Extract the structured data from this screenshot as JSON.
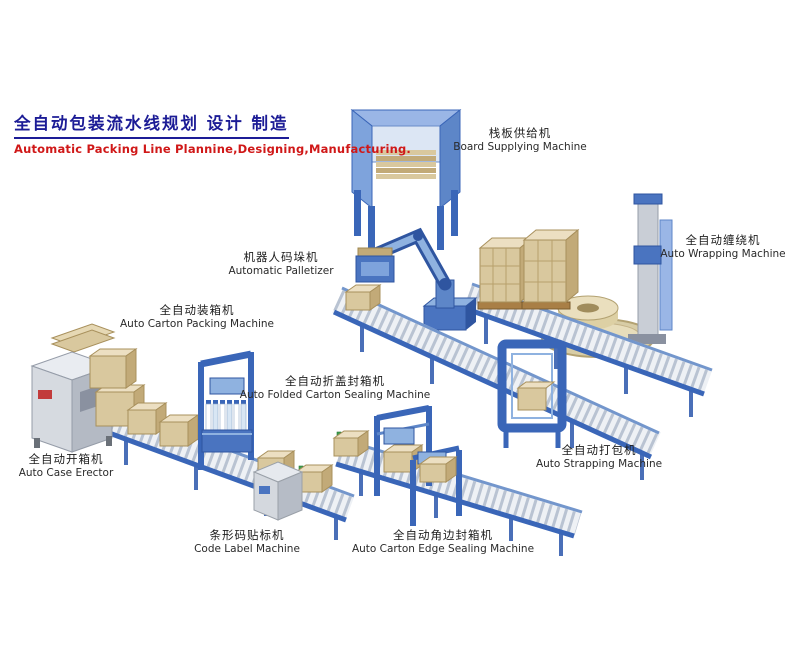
{
  "header": {
    "title_zh": "全自动包装流水线规划 设计 制造",
    "title_en": "Automatic Packing Line Plannine,Designing,Manufacturing."
  },
  "labels": [
    {
      "id": "board-supplying-machine",
      "zh": "栈板供给机",
      "en": "Board Supplying Machine"
    },
    {
      "id": "auto-wrapping-machine",
      "zh": "全自动缠绕机",
      "en": "Auto Wrapping Machine"
    },
    {
      "id": "automatic-palletizer",
      "zh": "机器人码垛机",
      "en": "Automatic Palletizer"
    },
    {
      "id": "auto-carton-packing-machine",
      "zh": "全自动装箱机",
      "en": "Auto Carton Packing Machine"
    },
    {
      "id": "auto-folded-carton-sealing-machine",
      "zh": "全自动折盖封箱机",
      "en": "Auto Folded Carton Sealing Machine"
    },
    {
      "id": "auto-case-erector",
      "zh": "全自动开箱机",
      "en": "Auto Case Erector"
    },
    {
      "id": "auto-strapping-machine",
      "zh": "全自动打包机",
      "en": "Auto Strapping Machine"
    },
    {
      "id": "code-label-machine",
      "zh": "条形码贴标机",
      "en": "Code Label Machine"
    },
    {
      "id": "auto-carton-edge-sealing-machine",
      "zh": "全自动角边封箱机",
      "en": "Auto Carton Edge Sealing Machine"
    }
  ],
  "colors": {
    "title_navy": "#1c1c96",
    "subtitle_red": "#d01818",
    "conveyor_blue": "#3a66b8",
    "machine_light_blue": "#8fb2e0",
    "carton_tan": "#d9c89e",
    "machine_gray": "#c9ced6",
    "bottle_green": "#3f9e4f"
  }
}
